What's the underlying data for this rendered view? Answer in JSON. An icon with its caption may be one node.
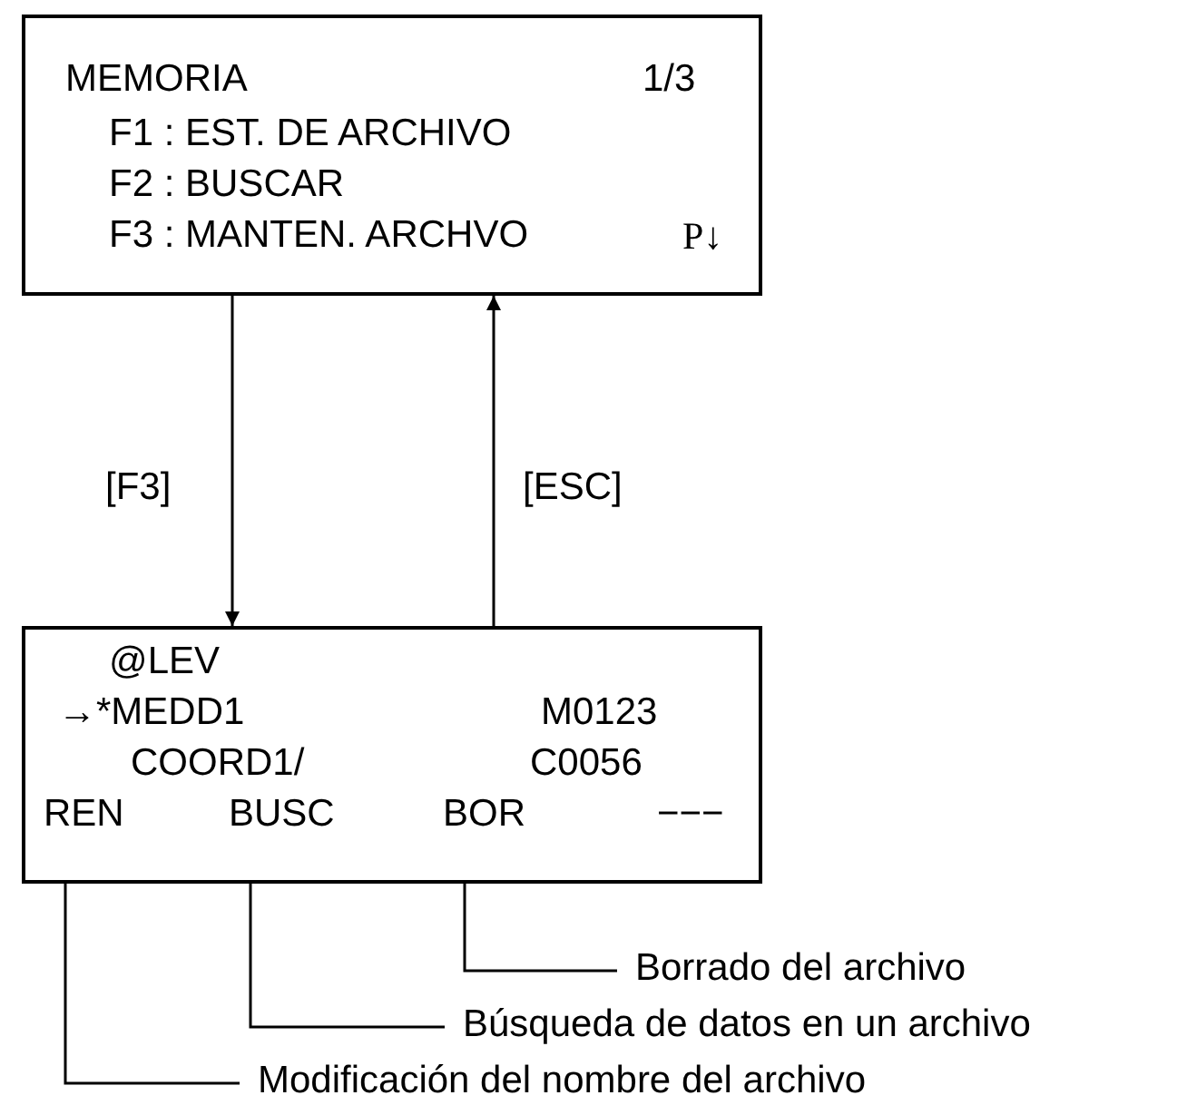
{
  "diagram": {
    "nodes": [
      {
        "text": [
          "MEMORIA",
          "1/3",
          "F1 : EST. DE ARCHIVO",
          "F2 : BUSCAR",
          "F3 : MANTEN. ARCHVO",
          "P↓"
        ]
      },
      {
        "text": [
          "@LEV",
          "→*MEDD1",
          "M0123",
          "COORD1/",
          "C0056",
          "−−−"
        ]
      },
      {
        "text": [
          "REN"
        ],
        "in": 1
      },
      {
        "text": [
          "BUSC"
        ],
        "in": 1
      },
      {
        "text": [
          "BOR"
        ],
        "in": 1
      },
      {
        "text": [
          "Borrado del archivo"
        ]
      },
      {
        "text": [
          "Búsqueda de datos en un archivo"
        ]
      },
      {
        "text": [
          "Modificación del nombre del archivo"
        ]
      }
    ],
    "edges": [
      {
        "from": 0,
        "to": 1,
        "arrow": "to",
        "label": "[F3]"
      },
      {
        "from": 1,
        "to": 0,
        "arrow": "to",
        "label": "[ESC]"
      },
      {
        "from": 5,
        "to": 4,
        "arrow": "none"
      },
      {
        "from": 6,
        "to": 3,
        "arrow": "none"
      },
      {
        "from": 7,
        "to": 2,
        "arrow": "none"
      }
    ]
  }
}
